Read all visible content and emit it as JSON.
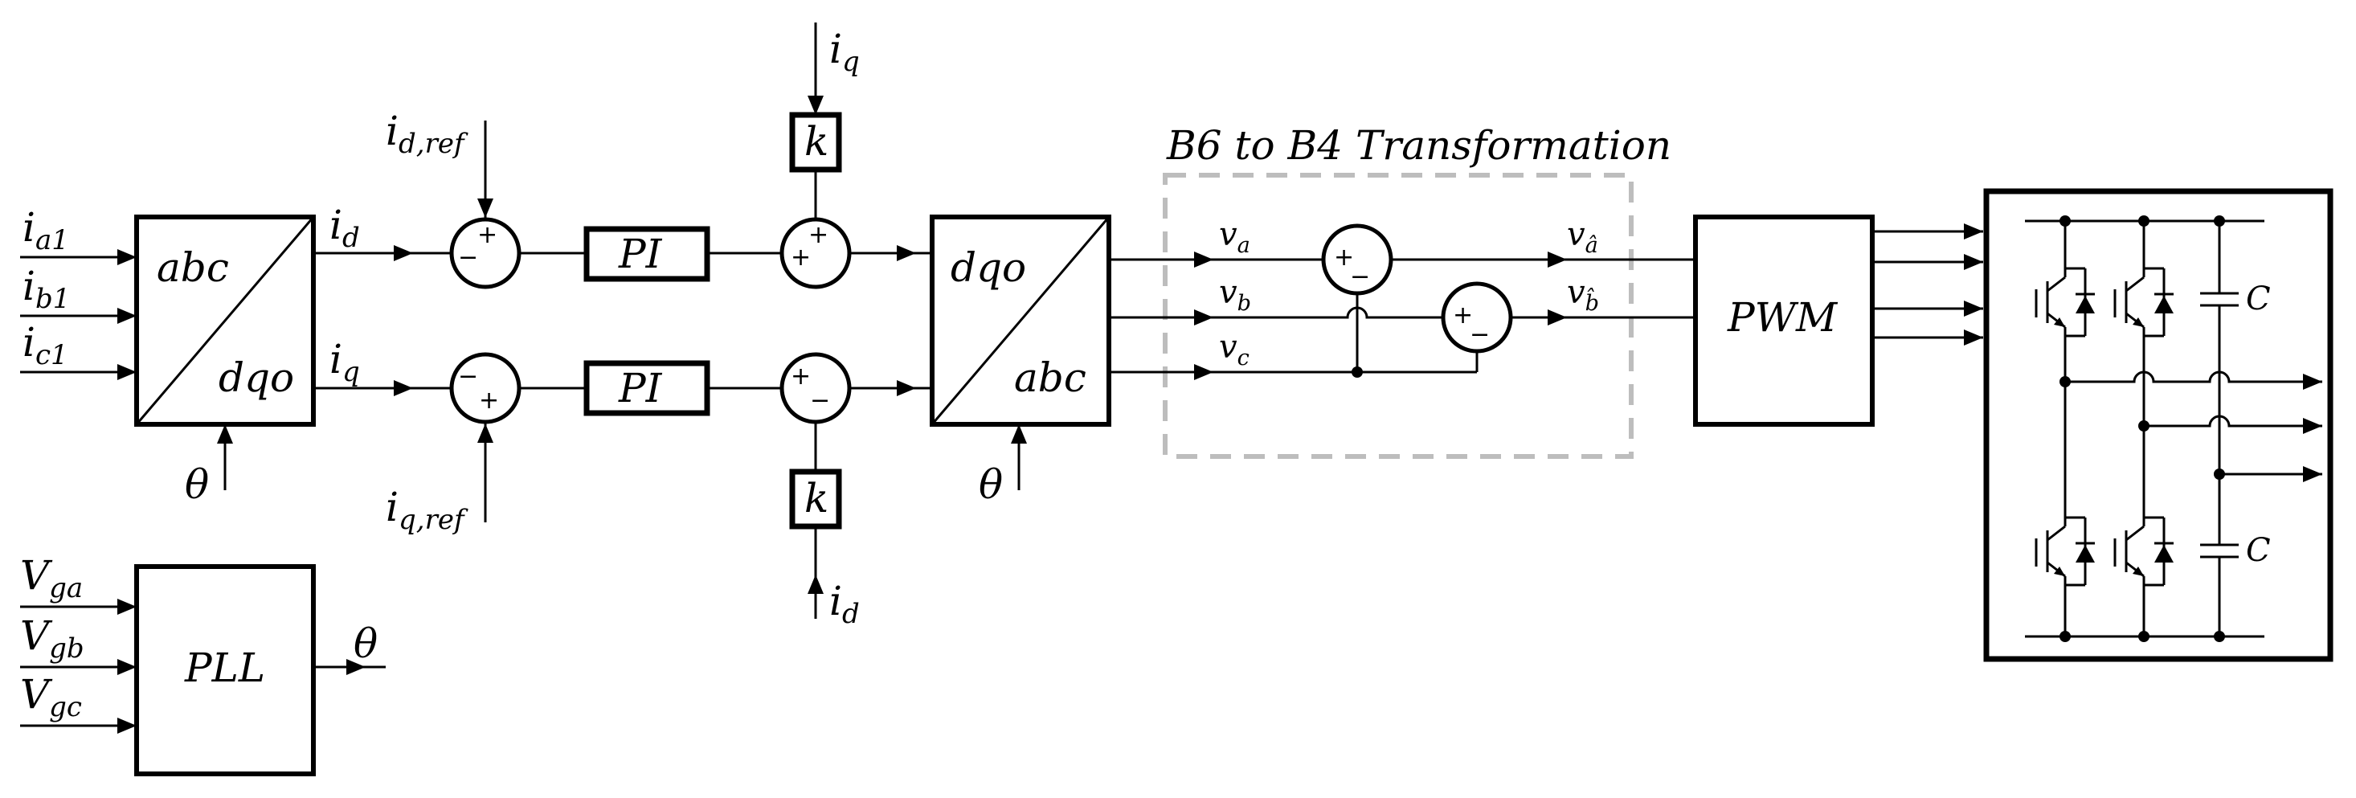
{
  "title": "B6 to B4 Transformation",
  "inputs": {
    "ia1_main": "i",
    "ia1_sub": "a1",
    "ib1_main": "i",
    "ib1_sub": "b1",
    "ic1_main": "i",
    "ic1_sub": "c1"
  },
  "abc_dqo_block": {
    "top": "abc",
    "bottom": "dqo"
  },
  "theta": "θ",
  "signals": {
    "id_main": "i",
    "id_sub": "d",
    "iq_main": "i",
    "iq_sub": "q",
    "id_ref_main": "i",
    "id_ref_sub": "d,ref",
    "iq_ref_main": "i",
    "iq_ref_sub": "q,ref"
  },
  "pi_label": "PI",
  "gain_label": "k",
  "dqo_abc_block": {
    "top": "dqo",
    "bottom": "abc"
  },
  "voltages": {
    "va_main": "v",
    "va_sub": "a",
    "vb_main": "v",
    "vb_sub": "b",
    "vc_main": "v",
    "vc_sub": "c",
    "va_hat_main": "v",
    "va_hat_sub": "â",
    "vb_hat_main": "v",
    "vb_hat_sub": "b̂"
  },
  "pwm_label": "PWM",
  "pll": {
    "label": "PLL",
    "vga_main": "V",
    "vga_sub": "ga",
    "vgb_main": "V",
    "vgb_sub": "gb",
    "vgc_main": "V",
    "vgc_sub": "gc"
  },
  "capacitor_label": "C",
  "signs": {
    "plus": "+",
    "minus": "−"
  }
}
